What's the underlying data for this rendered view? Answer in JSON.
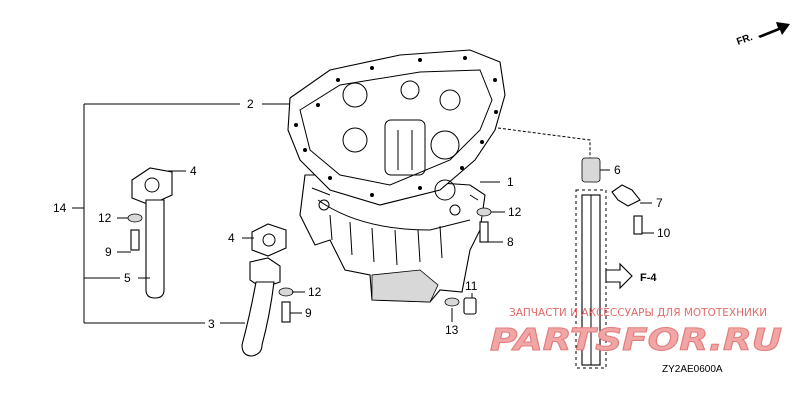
{
  "callouts": [
    {
      "id": "1",
      "label": "1"
    },
    {
      "id": "2",
      "label": "2"
    },
    {
      "id": "3",
      "label": "3"
    },
    {
      "id": "4a",
      "label": "4"
    },
    {
      "id": "4b",
      "label": "4"
    },
    {
      "id": "5",
      "label": "5"
    },
    {
      "id": "6",
      "label": "6"
    },
    {
      "id": "7",
      "label": "7"
    },
    {
      "id": "8",
      "label": "8"
    },
    {
      "id": "9a",
      "label": "9"
    },
    {
      "id": "9b",
      "label": "9"
    },
    {
      "id": "10",
      "label": "10"
    },
    {
      "id": "11",
      "label": "11"
    },
    {
      "id": "12a",
      "label": "12"
    },
    {
      "id": "12b",
      "label": "12"
    },
    {
      "id": "12c",
      "label": "12"
    },
    {
      "id": "13",
      "label": "13"
    },
    {
      "id": "14",
      "label": "14"
    }
  ],
  "direction_label": "FR.",
  "reference_label": "F-4",
  "diagram_code": "ZY2AE0600A",
  "watermark": {
    "caption": "ЗАПЧАСТИ И АКСЕССУАРЫ ДЛЯ МОТОТЕХНИКИ",
    "brand": "PARTSFOR.RU"
  },
  "colors": {
    "line": "#000000",
    "watermark_text": "#e06a6a",
    "watermark_brand": "#f1a6a6"
  }
}
